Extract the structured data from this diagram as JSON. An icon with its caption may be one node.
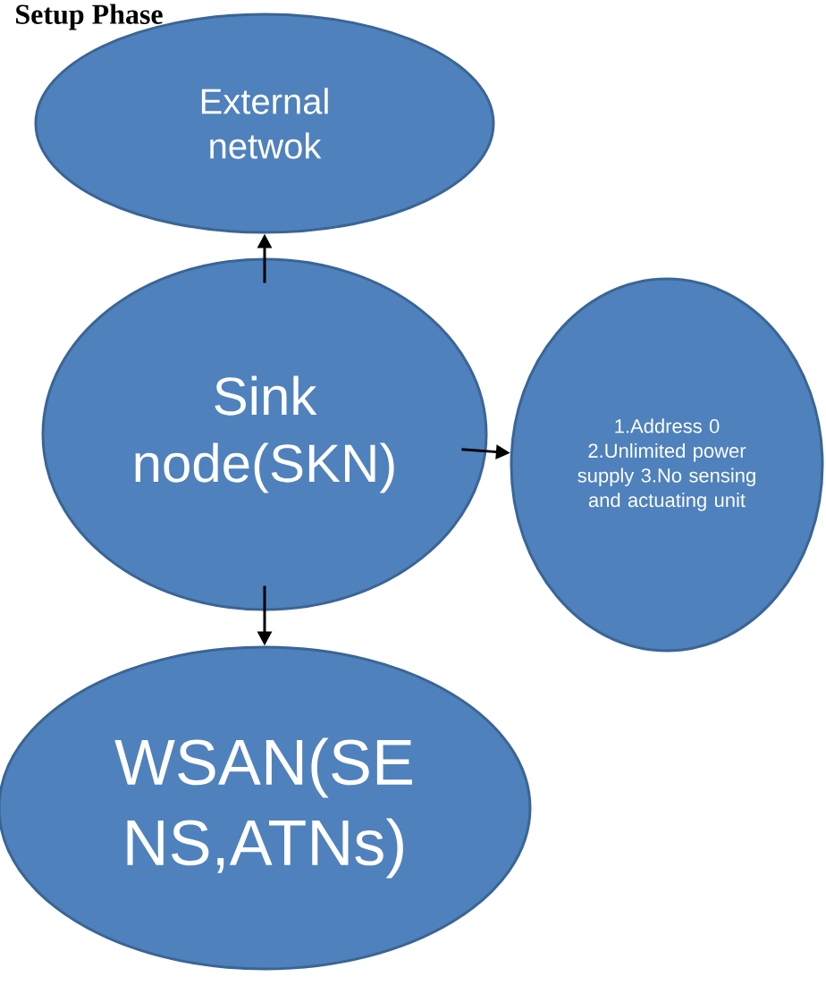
{
  "diagram": {
    "title": "Setup Phase",
    "nodes": [
      {
        "text": [
          "External netwok"
        ]
      },
      {
        "text": [
          "Sink node(SKN)"
        ]
      },
      {
        "text": [
          "1.Address 0 2.Unlimited power supply 3.No sensing and actuating unit"
        ]
      },
      {
        "text": [
          "WSAN(SE NS,ATNs)"
        ]
      }
    ],
    "edges": [
      {
        "from": 1,
        "to": 0,
        "arrow": "to"
      },
      {
        "from": 1,
        "to": 2,
        "arrow": "to"
      },
      {
        "from": 1,
        "to": 3,
        "arrow": "to"
      }
    ]
  }
}
